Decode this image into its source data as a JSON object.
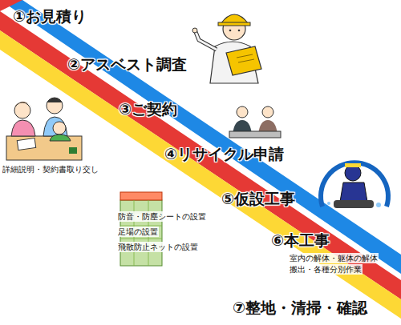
{
  "diagram": {
    "labels": [
      "①お見積り",
      "②アスベスト調査",
      "③ご契約",
      "④リサイクル申請",
      "⑤仮設工事",
      "⑥本工事",
      "⑦整地・清掃・確認",
      "詳細説明・契約書取り交し",
      "防音・防塵シートの設置",
      "足場の設置",
      "飛散防止ネットの設置",
      "室内の解体・躯体の解体",
      "搬出・各種分別作業"
    ]
  }
}
